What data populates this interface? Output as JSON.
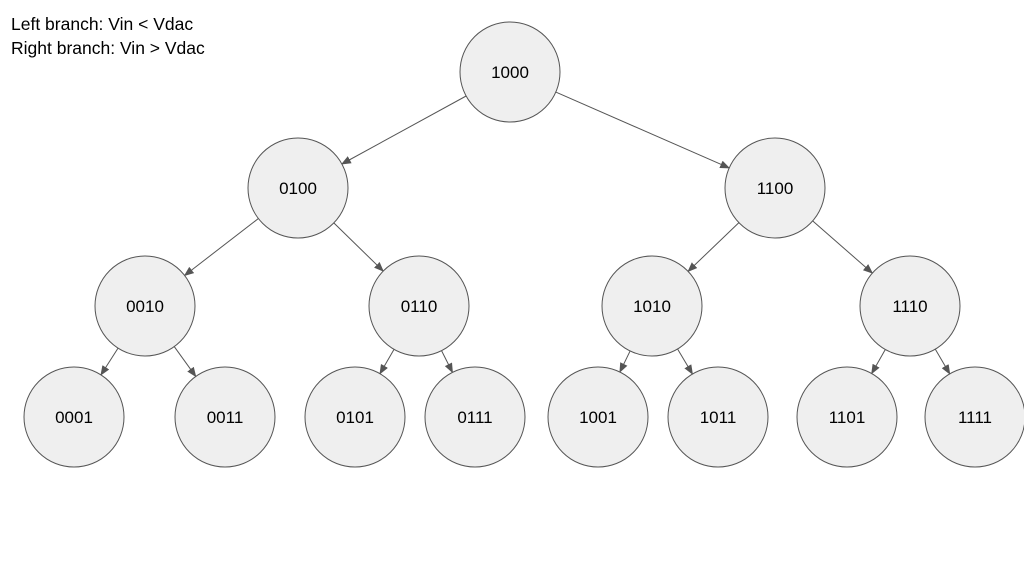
{
  "legend": {
    "left_rule": "Left branch: Vin < Vdac",
    "right_rule": "Right branch: Vin > Vdac"
  },
  "colors": {
    "node_fill": "#efefef",
    "node_stroke": "#555555",
    "edge": "#555555",
    "text": "#000000"
  },
  "tree": {
    "label": "1000",
    "children": [
      {
        "label": "0100",
        "children": [
          {
            "label": "0010",
            "children": [
              {
                "label": "0001"
              },
              {
                "label": "0011"
              }
            ]
          },
          {
            "label": "0110",
            "children": [
              {
                "label": "0101"
              },
              {
                "label": "0111"
              }
            ]
          }
        ]
      },
      {
        "label": "1100",
        "children": [
          {
            "label": "1010",
            "children": [
              {
                "label": "1001"
              },
              {
                "label": "1011"
              }
            ]
          },
          {
            "label": "1110",
            "children": [
              {
                "label": "1101"
              },
              {
                "label": "1111"
              }
            ]
          }
        ]
      }
    ]
  }
}
